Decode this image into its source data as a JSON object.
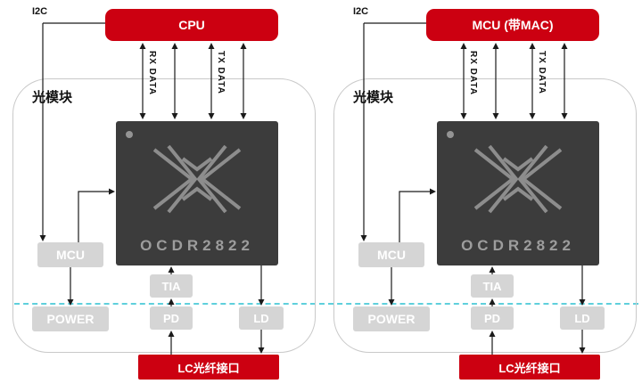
{
  "colors": {
    "accent_red": "#cc0011",
    "chip_background": "#3c3c3c",
    "gray_box": "#d5d5d5",
    "dashed_line": "#5fd0dc"
  },
  "panels": [
    {
      "host": "CPU",
      "i2c": "I2C",
      "rx": "RX DATA",
      "tx": "TX DATA",
      "module": "光模块",
      "chip": "OCDR2822",
      "mcu": "MCU",
      "tia": "TIA",
      "power": "POWER",
      "pd": "PD",
      "ld": "LD",
      "connector": "LC光纤接口"
    },
    {
      "host": "MCU (带MAC)",
      "i2c": "I2C",
      "rx": "RX DATA",
      "tx": "TX DATA",
      "module": "光模块",
      "chip": "OCDR2822",
      "mcu": "MCU",
      "tia": "TIA",
      "power": "POWER",
      "pd": "PD",
      "ld": "LD",
      "connector": "LC光纤接口"
    }
  ]
}
